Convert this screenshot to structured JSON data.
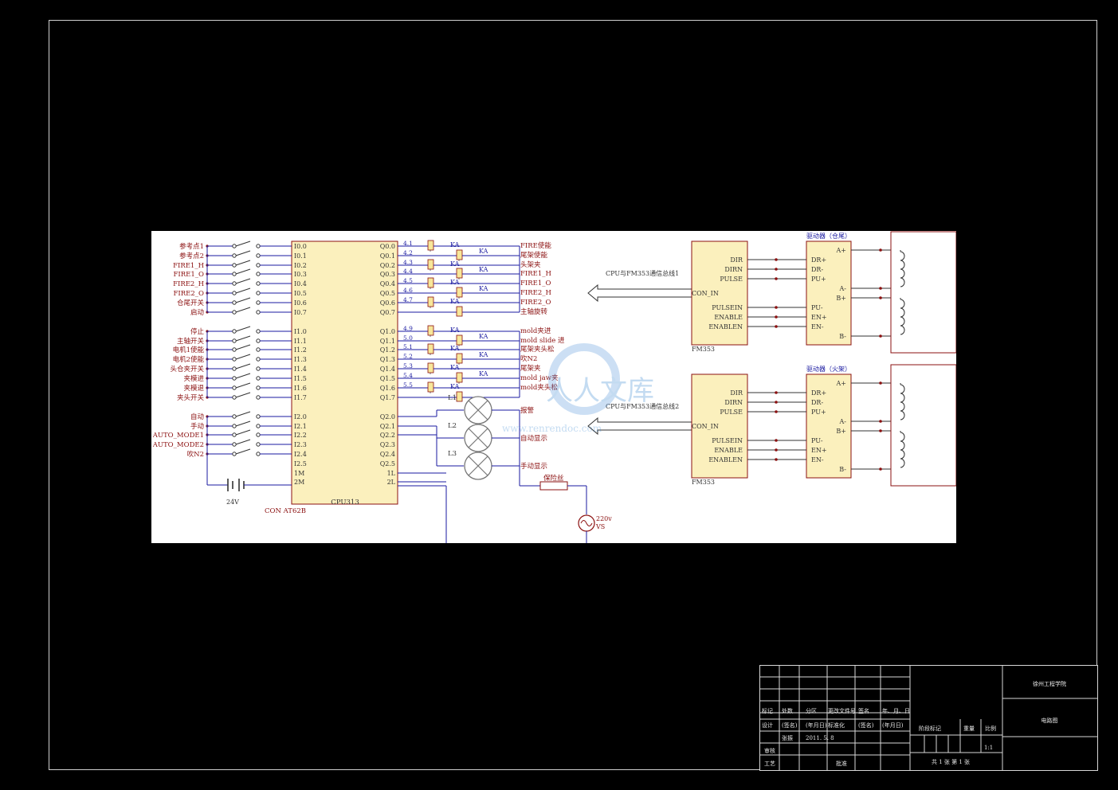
{
  "left_inputs_1": [
    "参考点1",
    "参考点2",
    "FIRE1_H",
    "FIRE1_O",
    "FIRE2_H",
    "FIRE2_O",
    "仓尾开关",
    "启动"
  ],
  "left_inputs_2": [
    "停止",
    "主轴开关",
    "电机1使能",
    "电机2使能",
    "头仓夹开关",
    "夹模进",
    "夹模退",
    "夹头开关"
  ],
  "left_inputs_3": [
    "自动",
    "手动",
    "AUTO_MODE1",
    "AUTO_MODE2",
    "吹N2"
  ],
  "plc_in_1": [
    "I0.0",
    "I0.1",
    "I0.2",
    "I0.3",
    "I0.4",
    "I0.5",
    "I0.6",
    "I0.7"
  ],
  "plc_in_2": [
    "I1.0",
    "I1.1",
    "I1.2",
    "I1.3",
    "I1.4",
    "I1.5",
    "I1.6",
    "I1.7"
  ],
  "plc_in_3": [
    "I2.0",
    "I2.1",
    "I2.2",
    "I2.3",
    "I2.4",
    "I2.5",
    "1M",
    "2M"
  ],
  "plc_out_1": [
    "Q0.0",
    "Q0.1",
    "Q0.2",
    "Q0.3",
    "Q0.4",
    "Q0.5",
    "Q0.6",
    "Q0.7"
  ],
  "plc_out_2": [
    "Q1.0",
    "Q1.1",
    "Q1.2",
    "Q1.3",
    "Q1.4",
    "Q1.5",
    "Q1.6",
    "Q1.7"
  ],
  "plc_out_3": [
    "Q2.0",
    "Q2.1",
    "Q2.2",
    "Q2.3",
    "Q2.4",
    "Q2.5",
    "1L",
    "2L"
  ],
  "wire_1": [
    "4.1",
    "4.2",
    "4.3",
    "4.4",
    "4.5",
    "4.6",
    "4.7"
  ],
  "wire_2": [
    "4.9",
    "5.0",
    "5.1",
    "5.2",
    "5.3",
    "5.4",
    "5.5"
  ],
  "relay_label": "KA",
  "right_outputs_1": [
    "FIRE使能",
    "尾架使能",
    "头架夹",
    "FIRE1_H",
    "FIRE1_O",
    "FIRE2_H",
    "FIRE2_O",
    "主轴旋转"
  ],
  "right_outputs_2": [
    "mold夹进",
    "mold slide 进",
    "尾架夹头松",
    "吹N2",
    "尾架夹",
    "mold jaw夹",
    "mold夹头松"
  ],
  "lamps": [
    {
      "id": "L1",
      "label": "报警"
    },
    {
      "id": "L2",
      "label": "自动显示"
    },
    {
      "id": "L3",
      "label": "手动显示"
    }
  ],
  "battery_label": "24V",
  "cpu_label": "CPU313",
  "con_label": "CON AT62B",
  "fuse_label": "保险丝",
  "source_label": "220v",
  "source_name": "VS",
  "fm_modules": [
    {
      "bus_label": "CPU与FM353通信总线1",
      "signals_top": [
        "DIR",
        "DIRN",
        "PULSE"
      ],
      "con_label": "CON_IN",
      "signals_bottom": [
        "PULSEIN",
        "ENABLE",
        "ENABLEN"
      ],
      "name": "FM353",
      "driver_title": "驱动器（仓尾）",
      "driver_left": [
        "DR+",
        "DR-",
        "PU+",
        "PU-",
        "EN+",
        "EN-"
      ],
      "driver_right": [
        "A+",
        "A-",
        "B+",
        "B-"
      ]
    },
    {
      "bus_label": "CPU与FM353通信总线2",
      "signals_top": [
        "DIR",
        "DIRN",
        "PULSE"
      ],
      "con_label": "CON_IN",
      "signals_bottom": [
        "PULSEIN",
        "ENABLE",
        "ENABLEN"
      ],
      "name": "FM353",
      "driver_title": "驱动器（火架）",
      "driver_left": [
        "DR+",
        "DR-",
        "PU+",
        "PU-",
        "EN+",
        "EN-"
      ],
      "driver_right": [
        "A+",
        "A-",
        "B+",
        "B-"
      ]
    }
  ],
  "title_block": {
    "school": "徐州工程学院",
    "drawing_title": "电路图",
    "header_row": [
      "标记",
      "处数",
      "分区",
      "更改文件号",
      "签名",
      "年、月、日"
    ],
    "design_row": [
      "设计",
      "(签名)",
      "(年月日)",
      "标准化",
      "(签名)",
      "(年月日)"
    ],
    "name_row": [
      "",
      "张振",
      "2011. 5. 8"
    ],
    "check_label": "审核",
    "process_label": "工艺",
    "approve_label": "批准",
    "stage_label": "阶段标记",
    "weight_label": "重量",
    "scale_label": "比例",
    "scale_value": "1:1",
    "sheets": "共 1 张   第 1 张"
  },
  "watermark": {
    "text": "人人文库",
    "url": "www.renrendoc.com"
  },
  "colors": {
    "wire": "#1a1aa0",
    "label": "#8b1010",
    "part": "#8b1010",
    "relay_fill": "#f7e79a",
    "module_fill": "#fbf0bd",
    "background": "#000000",
    "paper": "#ffffff"
  }
}
